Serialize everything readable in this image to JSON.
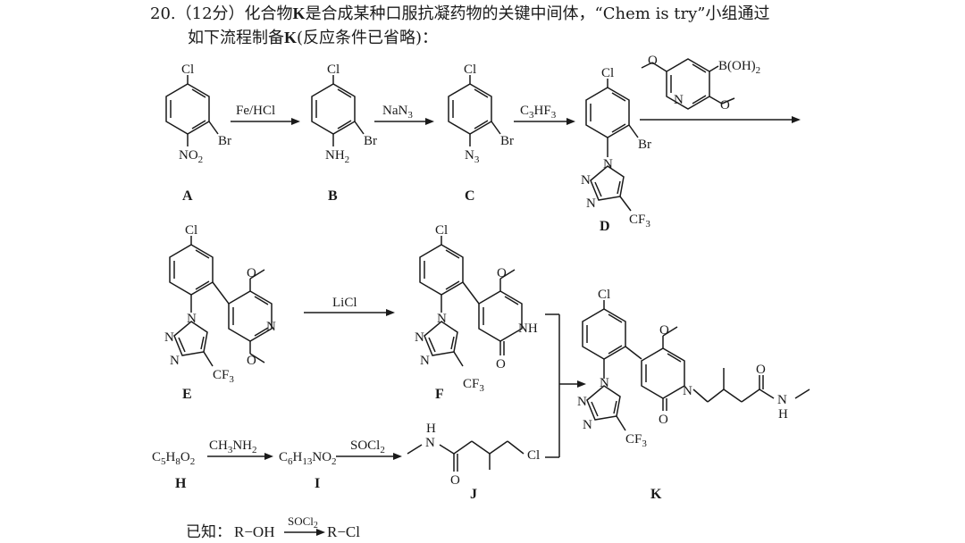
{
  "question": {
    "number": "20.",
    "score": "（12分）",
    "line1_a": "化合物",
    "bold_k": "K",
    "line1_b": "是合成某种口服抗凝药物的关键中间体，“Chem is try”小组通过",
    "line2_a": "如下流程制备",
    "line2_b": "(反应条件已省略)："
  },
  "labels": {
    "A": "A",
    "B": "B",
    "C": "C",
    "D": "D",
    "E": "E",
    "F": "F",
    "H": "H",
    "I": "I",
    "J": "J",
    "K": "K"
  },
  "reagents": {
    "a_b": "Fe/HCl",
    "b_c": "NaN",
    "c_d": "C",
    "f": "LiCl",
    "h_i": "CH",
    "i_j": "SOCl",
    "known": "SOCl"
  },
  "atoms": {
    "cl": "Cl",
    "br": "Br",
    "n": "N",
    "no2_main": "NO",
    "nh2_main": "NH",
    "n3_main": "N",
    "cf3_main": "CF",
    "boh": "B(OH)",
    "nh": "NH",
    "o": "O",
    "hn": "H",
    "sub2": "2",
    "sub3": "3"
  },
  "formulas": {
    "h": "C",
    "i": "C"
  },
  "known": {
    "prefix": "已知：",
    "left": "R−OH",
    "right": "R−Cl"
  }
}
